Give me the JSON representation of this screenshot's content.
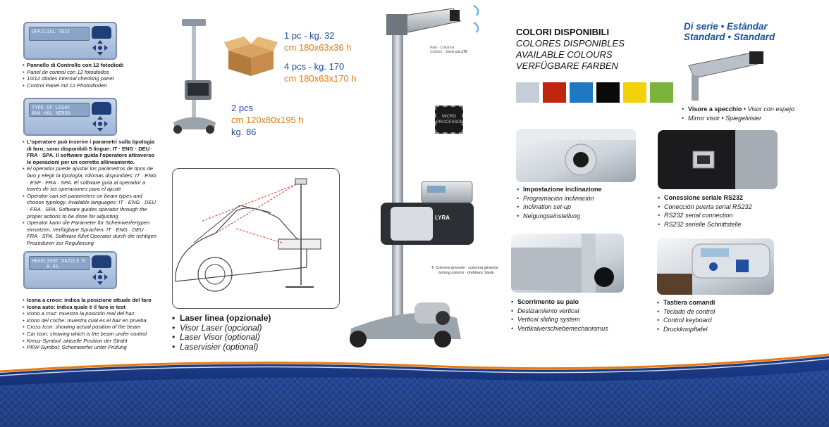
{
  "control_panels": [
    {
      "lcd": "OFFICIAL TEST",
      "lines": [
        {
          "text": "Pannello di Controllo con 12 fotodiodi",
          "style": "bold"
        },
        {
          "text": "Panel de control con 12 fotodiodos",
          "style": "italic"
        },
        {
          "text": "10/12 diodes internal checking panel",
          "style": "italic"
        },
        {
          "text": "Control Panel mit 12 Photodioden",
          "style": "italic"
        }
      ]
    },
    {
      "lcd": "TYPE OF LIGHT\nAHA HAL XENON",
      "lines": [
        {
          "text": "L'operatore può inserire i parametri sulla tipologia di faro; sono disponibili 5 lingue: IT · ENG · DEU · FRA · SPA. Il software guida l'operatore attraverso le operazioni per un corretto allineamento.",
          "style": "bold"
        },
        {
          "text": "El operador puede ajustar los parámetros de tipos de faro y elegir la tipología. Idiomas disponibles: IT · ENG · ESP · FRA · SPA. El software guía al operador a través de las operaciones para el ajuste",
          "style": "italic"
        },
        {
          "text": "Operator can set parameters on beam types and choose typology. Available languages: IT · ENG · DEU · FRA · SPA. Software guides operator through the proper actions to be done for adjusting",
          "style": "italic"
        },
        {
          "text": "Operator kann die Parameter für Scheinwerfertypen einsetzen. Verfügbare Sprachen: IT · ENG · DEU · FRA · SPA. Software führt Operator durch die richtigen Prozeduren zur Regulierung",
          "style": "italic"
        }
      ]
    },
    {
      "lcd": "HEADLIGHT DAZZLE R\n     0.0%",
      "lines": [
        {
          "text": "Icona a croce: indica la posizione attuale del faro",
          "style": "bold"
        },
        {
          "text": "Icona auto: indica quale è il faro in test",
          "style": "bold"
        },
        {
          "text": "Icono a cruz: muestra la posición real del haz",
          "style": "italic"
        },
        {
          "text": "Icono del coche: muestra cual es el haz en prueba",
          "style": "italic"
        },
        {
          "text": "Cross Icon: showing actual position of the beam",
          "style": "italic"
        },
        {
          "text": "Car Icon: showing which is the beam under control",
          "style": "italic"
        },
        {
          "text": "Kreuz-Symbol: aktuelle Position der Strahl",
          "style": "italic"
        },
        {
          "text": "PKW-Symbol: Scheinwerfer unter Prüfung",
          "style": "italic"
        }
      ]
    }
  ],
  "packaging": {
    "single": {
      "qty": "1 pc - kg. 32",
      "size": "cm 180x63x36 h"
    },
    "multi": {
      "qty": "4 pcs - kg. 170",
      "size": "cm 180x63x170 h"
    },
    "pair": {
      "qty": "2 pcs",
      "size": "cm 120x80x195 h",
      "weight": "kg. 86"
    }
  },
  "laser": {
    "items": [
      "Laser linea (opzionale)",
      "Visor Laser (opcional)",
      "Laser Visor (optional)",
      "Laservisier (optional)"
    ]
  },
  "machine": {
    "pole_note": "Palo · Columna",
    "pole_note_2": "Column · Säule",
    "pole_height": "cm.170",
    "chip_label": "MICRO",
    "chip_label_2": "PROCESSOR",
    "brand": "LYRA",
    "rot_note": "Colonna girevole ·",
    "rot_note_i": "columna giratoria",
    "rot_note_2": "turning column · drehbare Säule"
  },
  "colors": {
    "titles": [
      "COLORI DISPONIBILI",
      "COLORES DISPONIBLES",
      "AVAILABLE COLOURS",
      "VERFÜGBARE FARBEN"
    ],
    "swatches": [
      "#c5ced8",
      "#c0250f",
      "#1f78c4",
      "#0a0a0a",
      "#f3d20a",
      "#7ab43a"
    ]
  },
  "standard": {
    "line1": "Di serie • Estándar",
    "line2": "Standard • Standard"
  },
  "features": {
    "visor": [
      "Visore a specchio",
      "Visor con espejo",
      "Mirror visor",
      "Spiegelvisier"
    ],
    "inclination": [
      "Impostazione inclinazione",
      "Programación inclinación",
      "Inclination set-up",
      "Neigungseinstellung"
    ],
    "serial": [
      "Conessione seriale RS232",
      "Conección puerta serial RS232",
      "RS232 serial connection",
      "RS232 serielle Schnittstelle"
    ],
    "sliding": [
      "Scorrimento su palo",
      "Deslizamiento vertical",
      "Vertical sliding system",
      "Vertikalverschiebemechanismus"
    ],
    "keyboard": [
      "Tastiera comandi",
      "Teclado de control",
      "Control keyboard",
      "Druckknopftafel"
    ]
  }
}
